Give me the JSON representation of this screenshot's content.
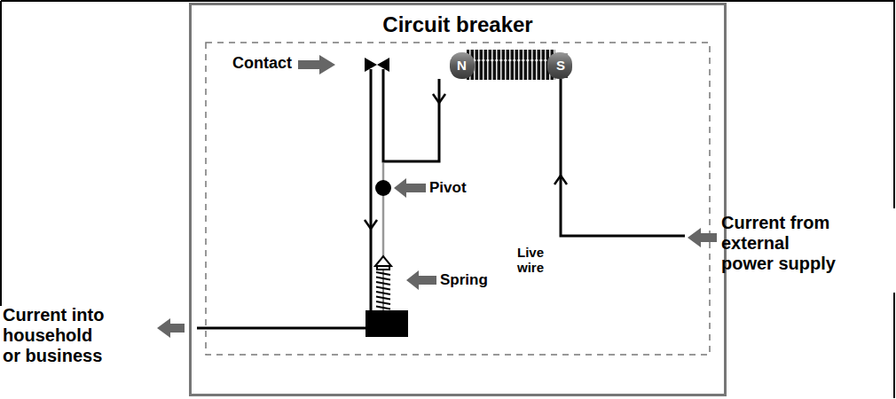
{
  "diagram": {
    "nodes": [
      {
        "text": [
          "Circuit breaker"
        ]
      },
      {
        "text": [
          "N",
          "S"
        ],
        "in": 0
      }
    ],
    "labels": [
      "Contact",
      "Pivot",
      "Spring",
      "Live wire",
      "Current from external power supply",
      "Current into household or business"
    ]
  }
}
